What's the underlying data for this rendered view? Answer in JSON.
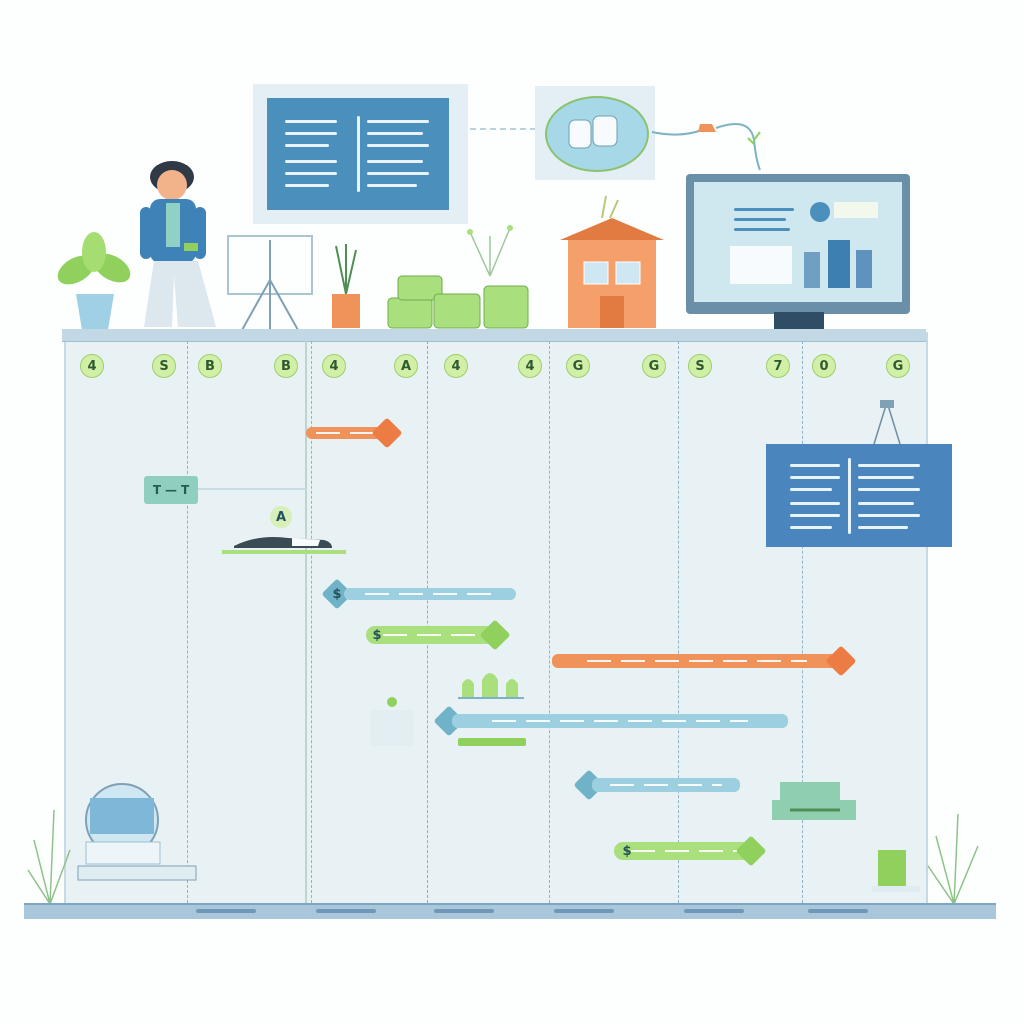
{
  "colors": {
    "board": "#e8f1f3",
    "bar_blue": "#9ccfe0",
    "bar_green": "#a9df7c",
    "bar_orange": "#f0935b",
    "panel_blue": "#4a86bd"
  },
  "column_markers": [
    "4",
    "S",
    "B",
    "B",
    "4",
    "A",
    "4",
    "4",
    "G",
    "G",
    "S",
    "7",
    "0",
    "G"
  ],
  "timeline_bars": [
    {
      "color": "orange",
      "start_glyph": "",
      "end_glyph": ""
    },
    {
      "color": "teal",
      "start_glyph": "T",
      "end_glyph": "T"
    },
    {
      "color": "green",
      "start_glyph": "A",
      "end_glyph": ""
    },
    {
      "color": "blue",
      "start_glyph": "$",
      "end_glyph": ""
    },
    {
      "color": "green",
      "start_glyph": "$",
      "end_glyph": ""
    },
    {
      "color": "orange",
      "start_glyph": "",
      "end_glyph": ""
    },
    {
      "color": "blue",
      "start_glyph": "",
      "end_glyph": ""
    },
    {
      "color": "blue",
      "start_glyph": "",
      "end_glyph": ""
    },
    {
      "color": "green",
      "start_glyph": "$",
      "end_glyph": ""
    }
  ],
  "icons": [
    "person-icon",
    "plant-icon",
    "easel-icon",
    "sprout-icon",
    "coin-stack-icon",
    "house-icon",
    "monitor-icon",
    "globe-icon",
    "document-panel-icon"
  ]
}
